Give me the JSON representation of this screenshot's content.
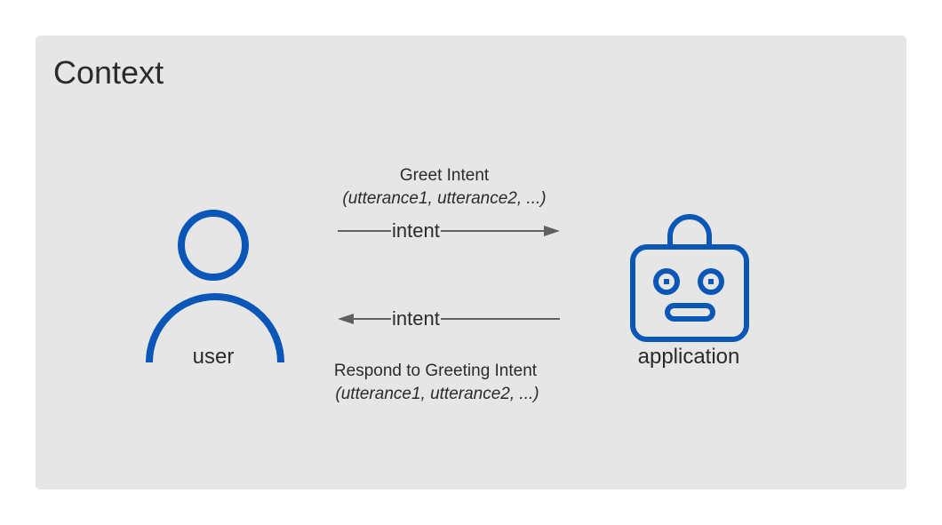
{
  "context": {
    "title": "Context"
  },
  "entities": {
    "user": {
      "label": "user",
      "icon": "user-icon"
    },
    "application": {
      "label": "application",
      "icon": "robot-icon"
    }
  },
  "messages": [
    {
      "name": "Greet Intent",
      "utterances": "(utterance1, utterance2, ...)",
      "arrow_label": "intent",
      "direction": "user-to-application"
    },
    {
      "name": "Respond to Greeting Intent",
      "utterances": "(utterance1, utterance2, ...)",
      "arrow_label": "intent",
      "direction": "application-to-user"
    }
  ],
  "colors": {
    "background": "#e6e6e6",
    "icon_blue": "#0b57b8",
    "arrow": "#606060",
    "text": "#2b2b2b"
  }
}
